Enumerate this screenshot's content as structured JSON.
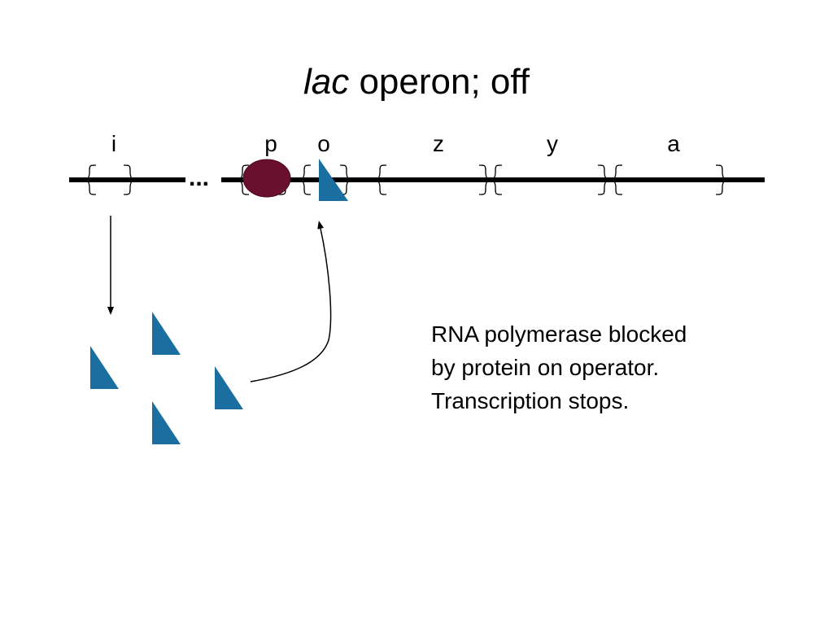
{
  "title": {
    "italic": "lac",
    "rest": " operon;  off"
  },
  "genes": {
    "i": "i",
    "p": "p",
    "o": "o",
    "z": "z",
    "y": "y",
    "a": "a"
  },
  "gap_marker": "...",
  "caption": {
    "line1": "RNA polymerase blocked",
    "line2": "by protein on operator.",
    "line3": "Transcription stops."
  },
  "colors": {
    "repressor": "#1a6fa0",
    "rna_polymerase": "#6b0f2e",
    "dna": "#000000"
  }
}
